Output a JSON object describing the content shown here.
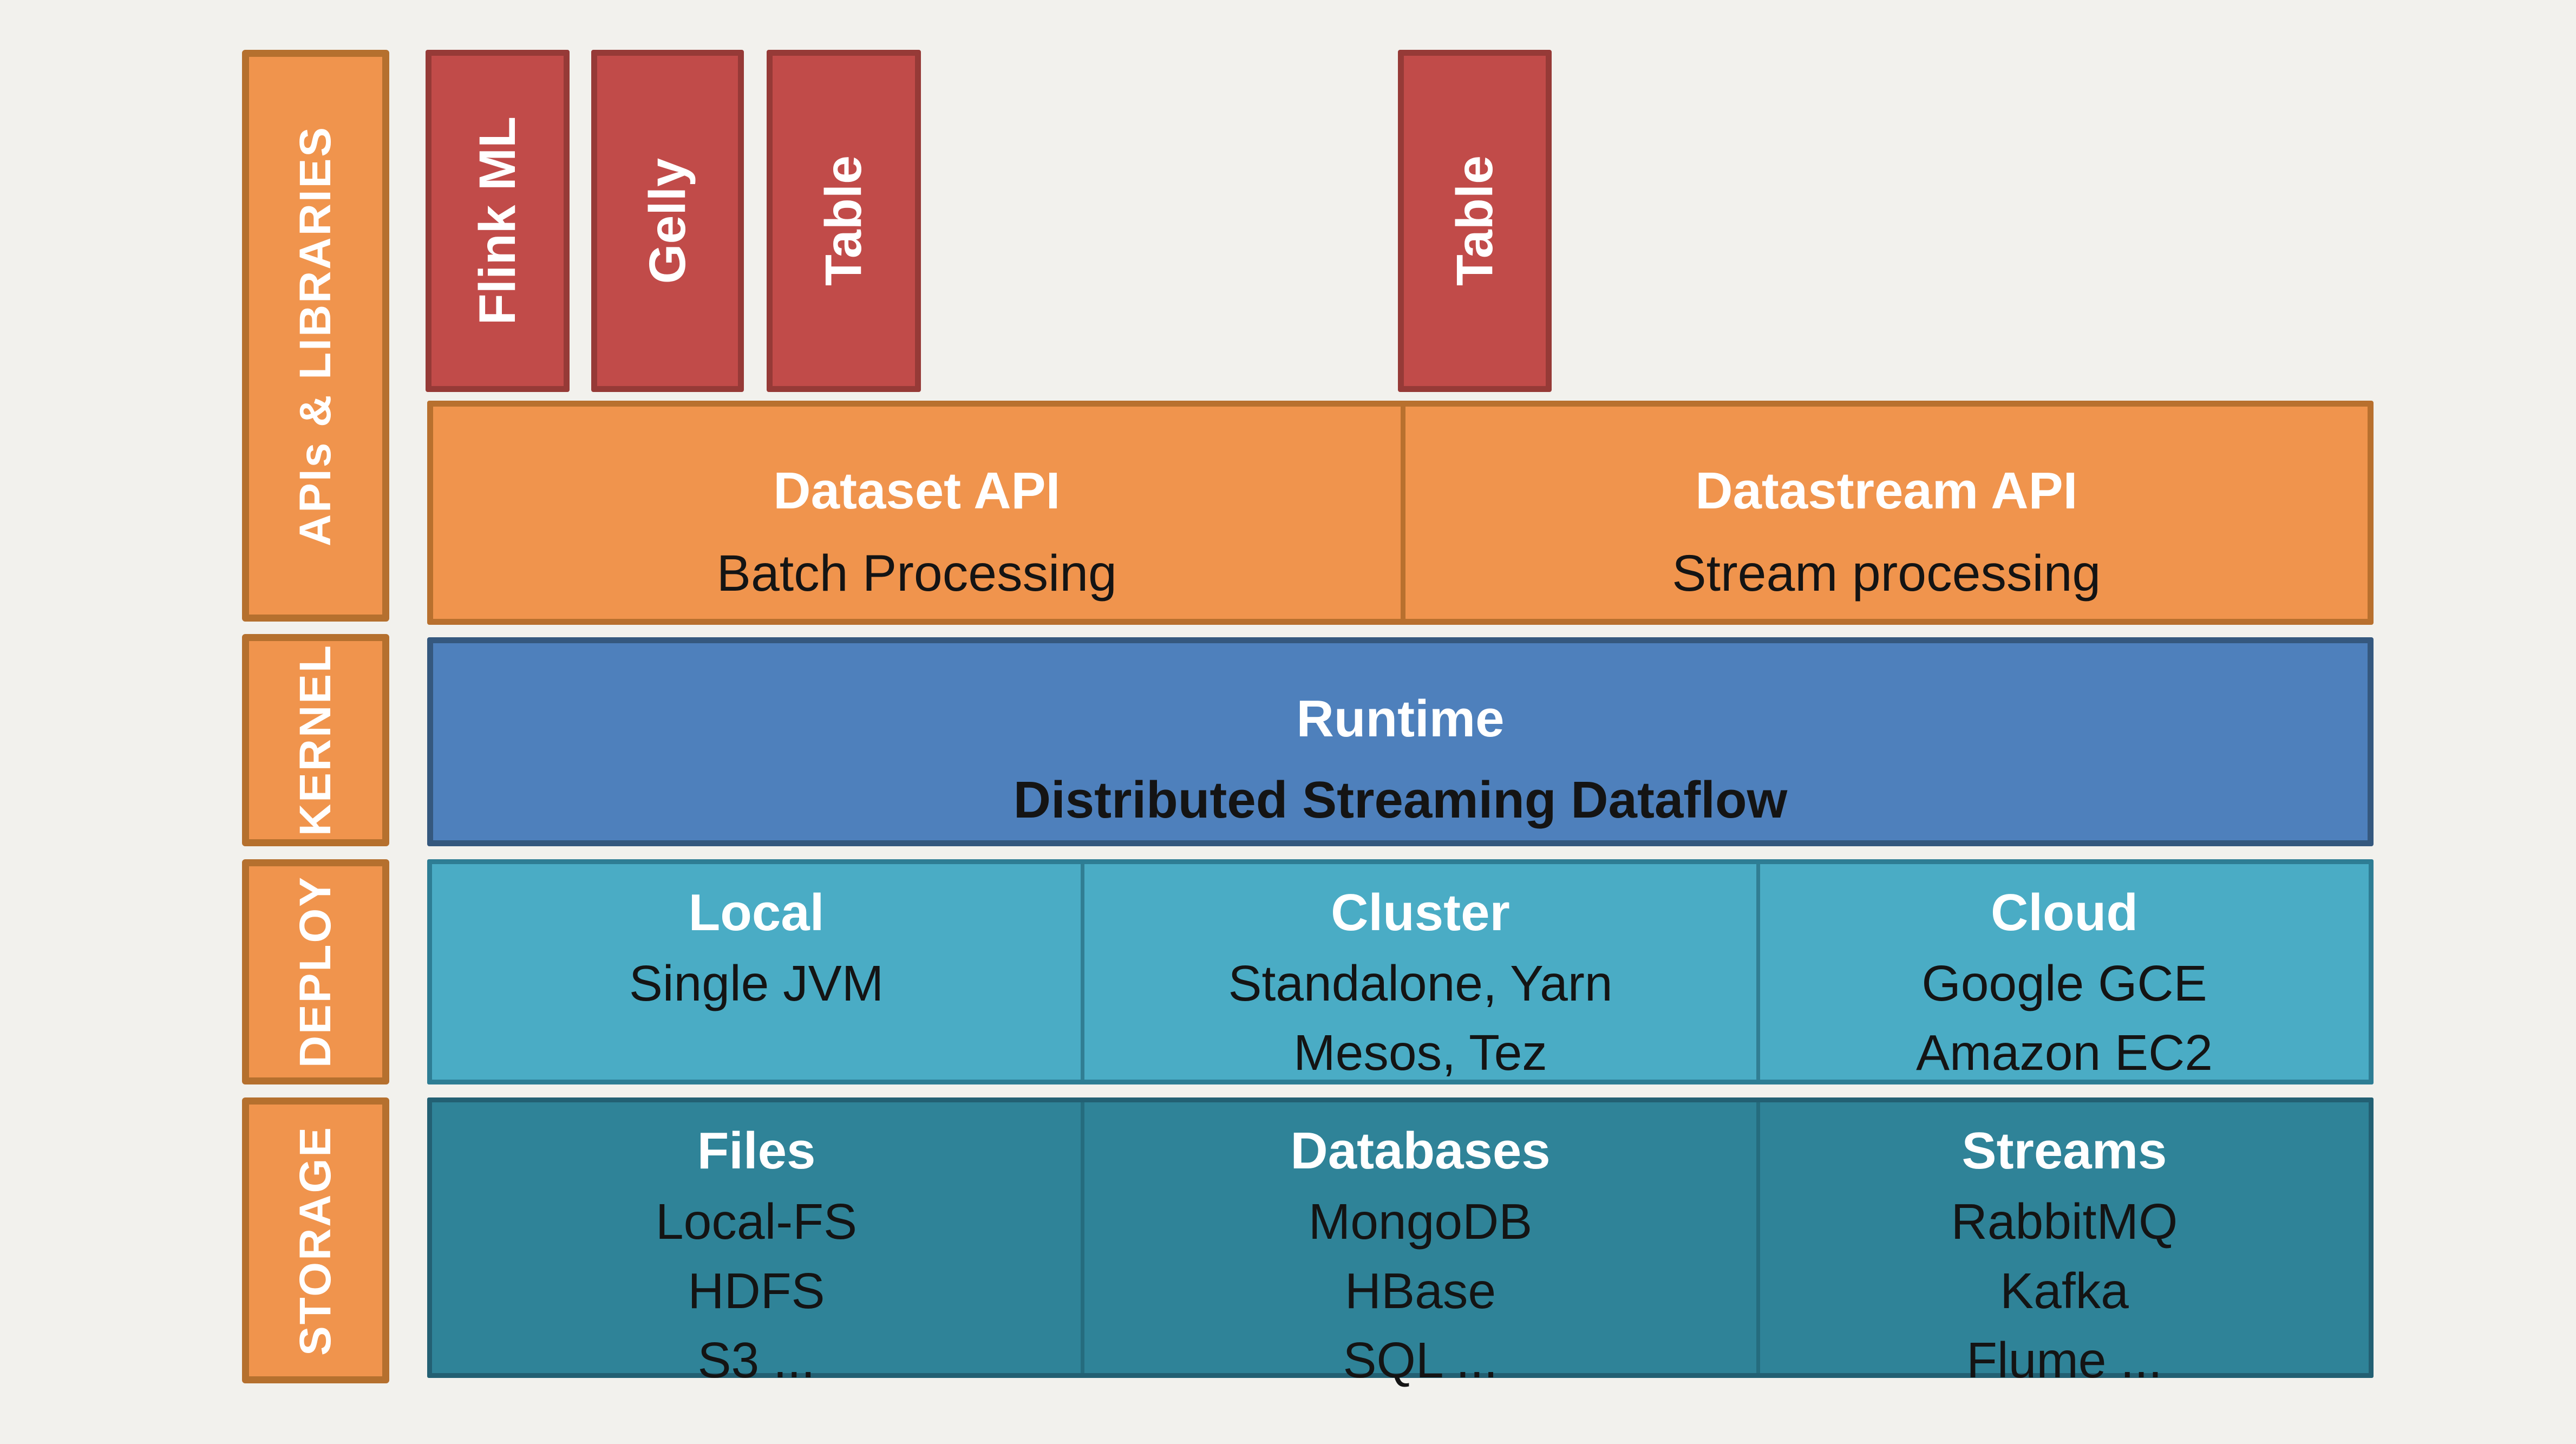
{
  "diagram": {
    "title": "Flink architecture stack",
    "background_color": "#f2f1ed",
    "colors": {
      "sidebar_fill": "#f0944d",
      "sidebar_border": "#b5702e",
      "library_fill": "#c14b49",
      "library_border": "#963a37",
      "api_fill": "#f0944d",
      "api_border": "#b8702e",
      "kernel_fill": "#4e80bc",
      "kernel_border": "#35587e",
      "deploy_fill": "#4aacc5",
      "deploy_border": "#2e7d94",
      "storage_fill": "#2f8398",
      "storage_border": "#236073",
      "title_text": "#ffffff",
      "body_text": "#141414"
    }
  },
  "sidebar": {
    "items": [
      {
        "label": "APIs & LIBRARIES"
      },
      {
        "label": "KERNEL"
      },
      {
        "label": "DEPLOY"
      },
      {
        "label": "STORAGE"
      }
    ]
  },
  "libraries": {
    "boxes": [
      {
        "label": "Flink ML"
      },
      {
        "label": "Gelly"
      },
      {
        "label": "Table"
      },
      {
        "label": "Table"
      }
    ]
  },
  "api_row": {
    "cells": [
      {
        "title": "Dataset API",
        "subtitle": "Batch Processing"
      },
      {
        "title": "Datastream API",
        "subtitle": "Stream processing"
      }
    ]
  },
  "kernel_row": {
    "title": "Runtime",
    "subtitle": "Distributed Streaming Dataflow"
  },
  "deploy_row": {
    "cells": [
      {
        "title": "Local",
        "lines": [
          "Single JVM"
        ]
      },
      {
        "title": "Cluster",
        "lines": [
          "Standalone, Yarn",
          "Mesos, Tez"
        ]
      },
      {
        "title": "Cloud",
        "lines": [
          "Google GCE",
          "Amazon EC2"
        ]
      }
    ]
  },
  "storage_row": {
    "cells": [
      {
        "title": "Files",
        "lines": [
          "Local-FS",
          "HDFS",
          "S3 ..."
        ]
      },
      {
        "title": "Databases",
        "lines": [
          "MongoDB",
          "HBase",
          "SQL ..."
        ]
      },
      {
        "title": "Streams",
        "lines": [
          "RabbitMQ",
          "Kafka",
          "Flume ..."
        ]
      }
    ]
  }
}
